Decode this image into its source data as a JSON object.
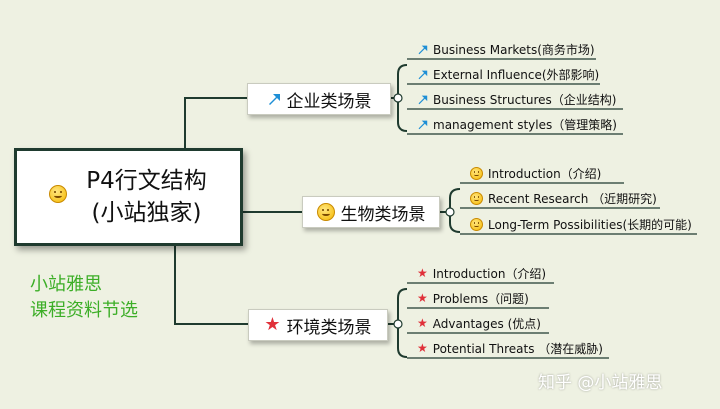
{
  "root": {
    "title": "P4行文结构",
    "subtitle": "(小站独家)",
    "icon": "smiley-icon"
  },
  "branches": [
    {
      "label": "企业类场景",
      "icon": "arrow-up-right-icon",
      "icon_color": "#1e8fd6",
      "items": [
        "Business Markets(商务市场)",
        "External Influence(外部影响)",
        "Business Structures（企业结构)",
        "management styles（管理策略)"
      ]
    },
    {
      "label": "生物类场景",
      "icon": "smiley-icon",
      "items": [
        "Introduction（介绍)",
        "Recent Research （近期研究)",
        "Long-Term Possibilities(长期的可能)"
      ]
    },
    {
      "label": "环境类场景",
      "icon": "star-icon",
      "icon_color": "#e0313a",
      "items": [
        "Introduction（介绍)",
        "Problems（问题)",
        "Advantages (优点)",
        "Potential Threats （潜在威胁)"
      ]
    }
  ],
  "side_note": {
    "line1": "小站雅思",
    "line2": "课程资料节选"
  },
  "watermark": "知乎 @小站雅思",
  "colors": {
    "background": "#eef1e2",
    "connector": "#1f3b2f",
    "note": "#3cae27"
  }
}
